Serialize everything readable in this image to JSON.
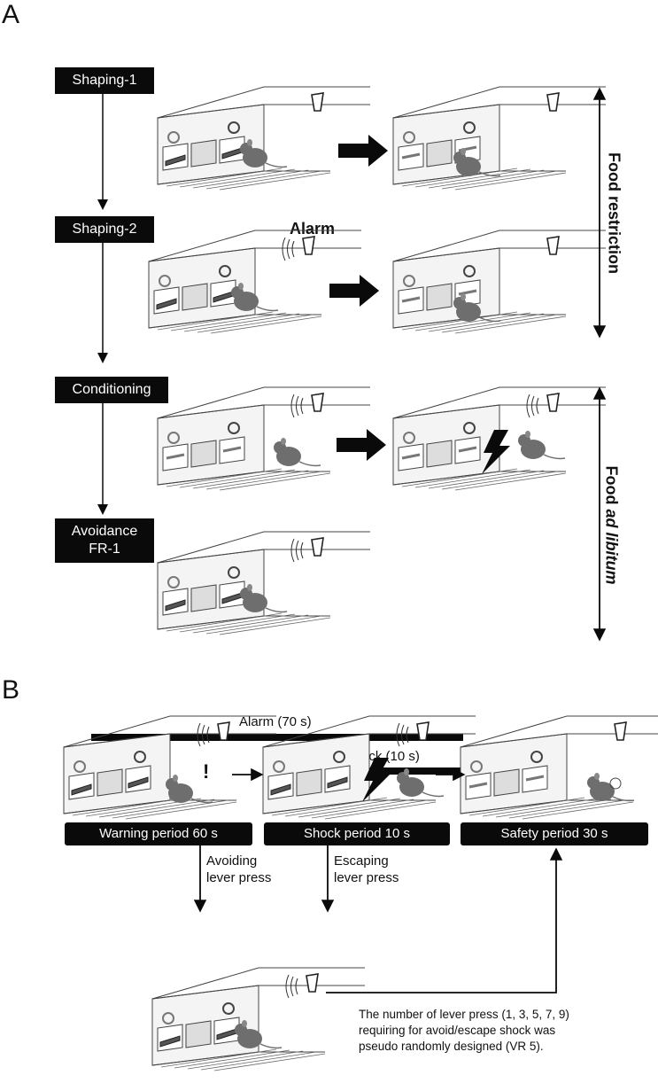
{
  "panel_a": {
    "letter": "A",
    "stages": [
      "Shaping-1",
      "Shaping-2",
      "Conditioning",
      "Avoidance\nFR-1"
    ],
    "alarm_label": "Alarm",
    "food_restriction": {
      "word1": "Food",
      "word2": "restriction"
    },
    "food_ad_libitum": {
      "word1": "Food",
      "word2": "ad libitum"
    }
  },
  "panel_b": {
    "letter": "B",
    "alarm_bar_label": "Alarm (70 s)",
    "shock_bar_label": "Foot shock (10 s)",
    "periods": [
      "Warning period 60 s",
      "Shock period 10 s",
      "Safety period 30 s"
    ],
    "avoid_label": "Avoiding\nlever press",
    "escape_label": "Escaping\nlever press",
    "exclamation": "!",
    "note": "The number of lever press (1, 3, 5, 7, 9)\nrequiring for avoid/escape shock was\npseudo randomly designed (VR 5)."
  },
  "colors": {
    "ink": "#0a0a0a",
    "mouse": "#6e6e6e",
    "chamber_line": "#555555"
  }
}
